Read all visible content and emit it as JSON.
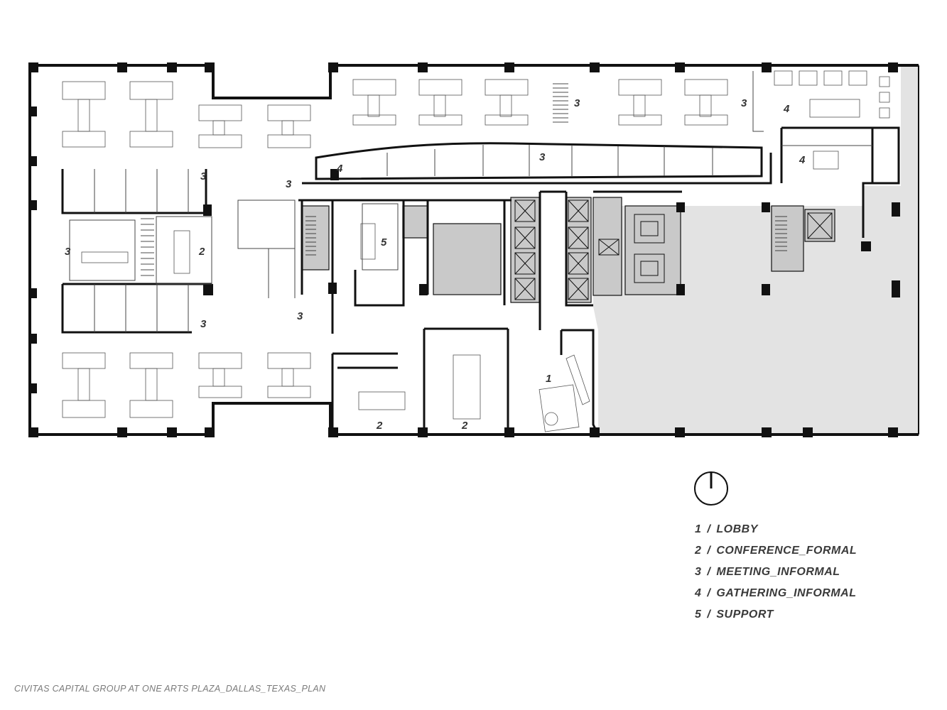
{
  "legend": {
    "items": [
      {
        "num": "1",
        "sep": "/",
        "label": "LOBBY"
      },
      {
        "num": "2",
        "sep": "/",
        "label": "CONFERENCE_FORMAL"
      },
      {
        "num": "3",
        "sep": "/",
        "label": "MEETING_INFORMAL"
      },
      {
        "num": "4",
        "sep": "/",
        "label": "GATHERING_INFORMAL"
      },
      {
        "num": "5",
        "sep": "/",
        "label": "SUPPORT"
      }
    ]
  },
  "rooms": {
    "lobby": "1",
    "conf_left": "2",
    "conf_bottom_a": "2",
    "conf_bottom_b": "2",
    "meet_west_a": "3",
    "meet_west_b": "3",
    "meet_west_c": "3",
    "meet_mid_a": "3",
    "meet_mid_b": "3",
    "meet_north_a": "3",
    "meet_north_b": "3",
    "meet_north_c": "3",
    "gather_a": "4",
    "gather_b": "4",
    "gather_c": "4",
    "support": "5"
  },
  "caption": "CIVITAS CAPITAL GROUP AT ONE ARTS PLAZA_DALLAS_TEXAS_PLAN",
  "colors": {
    "wall": "#111111",
    "thin_line": "#444444",
    "core_fill": "#c9c9c9",
    "unfinished_fill": "#e3e3e3",
    "text": "#333333"
  }
}
